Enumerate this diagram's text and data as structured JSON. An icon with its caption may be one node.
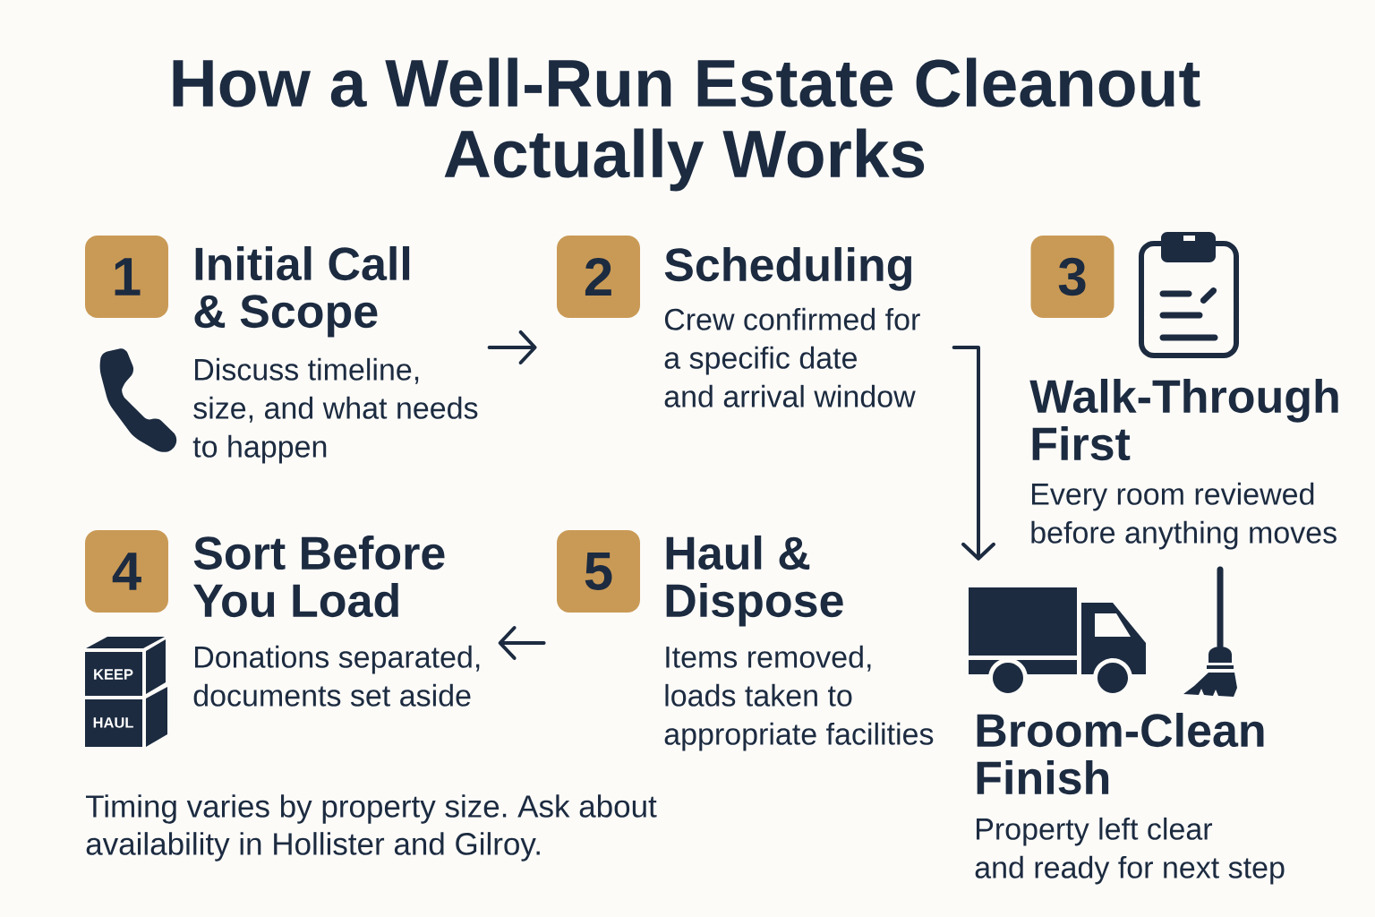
{
  "diagram": {
    "title": "How a Well-Run Estate Cleanout Actually Works",
    "caption": "Timing varies by property size. Ask about availability in Hollister and Gilroy.",
    "nodes": [
      {
        "text": [
          "1",
          "Initial Call & Scope",
          "Discuss timeline, size, and what needs to happen"
        ]
      },
      {
        "text": [
          "2",
          "Scheduling",
          "Crew confirmed for a specific date and arrival window"
        ]
      },
      {
        "text": [
          "3",
          "Walk-Through First",
          "Every room reviewed before anything moves"
        ]
      },
      {
        "text": [
          "4",
          "Sort Before You Load",
          "Donations separated, documents set aside"
        ]
      },
      {
        "text": [
          "5",
          "Haul & Dispose",
          "Items removed, loads taken to appropriate facilities"
        ]
      },
      {
        "text": [
          "Broom-Clean Finish",
          "Property left clear and ready for next step"
        ]
      }
    ],
    "edges": [
      {
        "from": 0,
        "to": 1,
        "arrow": "to"
      },
      {
        "from": 1,
        "to": 5,
        "arrow": "to"
      },
      {
        "from": 4,
        "to": 3,
        "arrow": "to"
      }
    ],
    "labels": [
      "KEEP",
      "HAUL"
    ]
  }
}
